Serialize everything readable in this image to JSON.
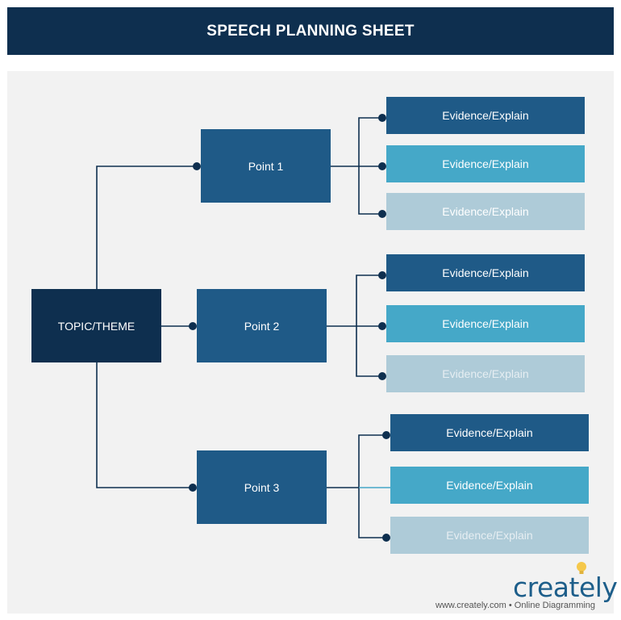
{
  "title": "SPEECH PLANNING SHEET",
  "topic": "TOPIC/THEME",
  "points": [
    {
      "label": "Point 1",
      "evidence": [
        "Evidence/Explain",
        "Evidence/Explain",
        "Evidence/Explain"
      ]
    },
    {
      "label": "Point 2",
      "evidence": [
        "Evidence/Explain",
        "Evidence/Explain",
        "Evidence/Explain"
      ]
    },
    {
      "label": "Point 3",
      "evidence": [
        "Evidence/Explain",
        "Evidence/Explain",
        "Evidence/Explain"
      ]
    }
  ],
  "colors": {
    "title_bg": "#0e2f4f",
    "topic_bg": "#0e2f4f",
    "point_bg": "#1f5a87",
    "evidence_dark": "#1f5a87",
    "evidence_mid": "#45a8c8",
    "evidence_light": "#aecbd8",
    "connector": "#0e2f4f"
  },
  "branding": {
    "logo": "creately",
    "footer": "www.creately.com • Online Diagramming"
  }
}
